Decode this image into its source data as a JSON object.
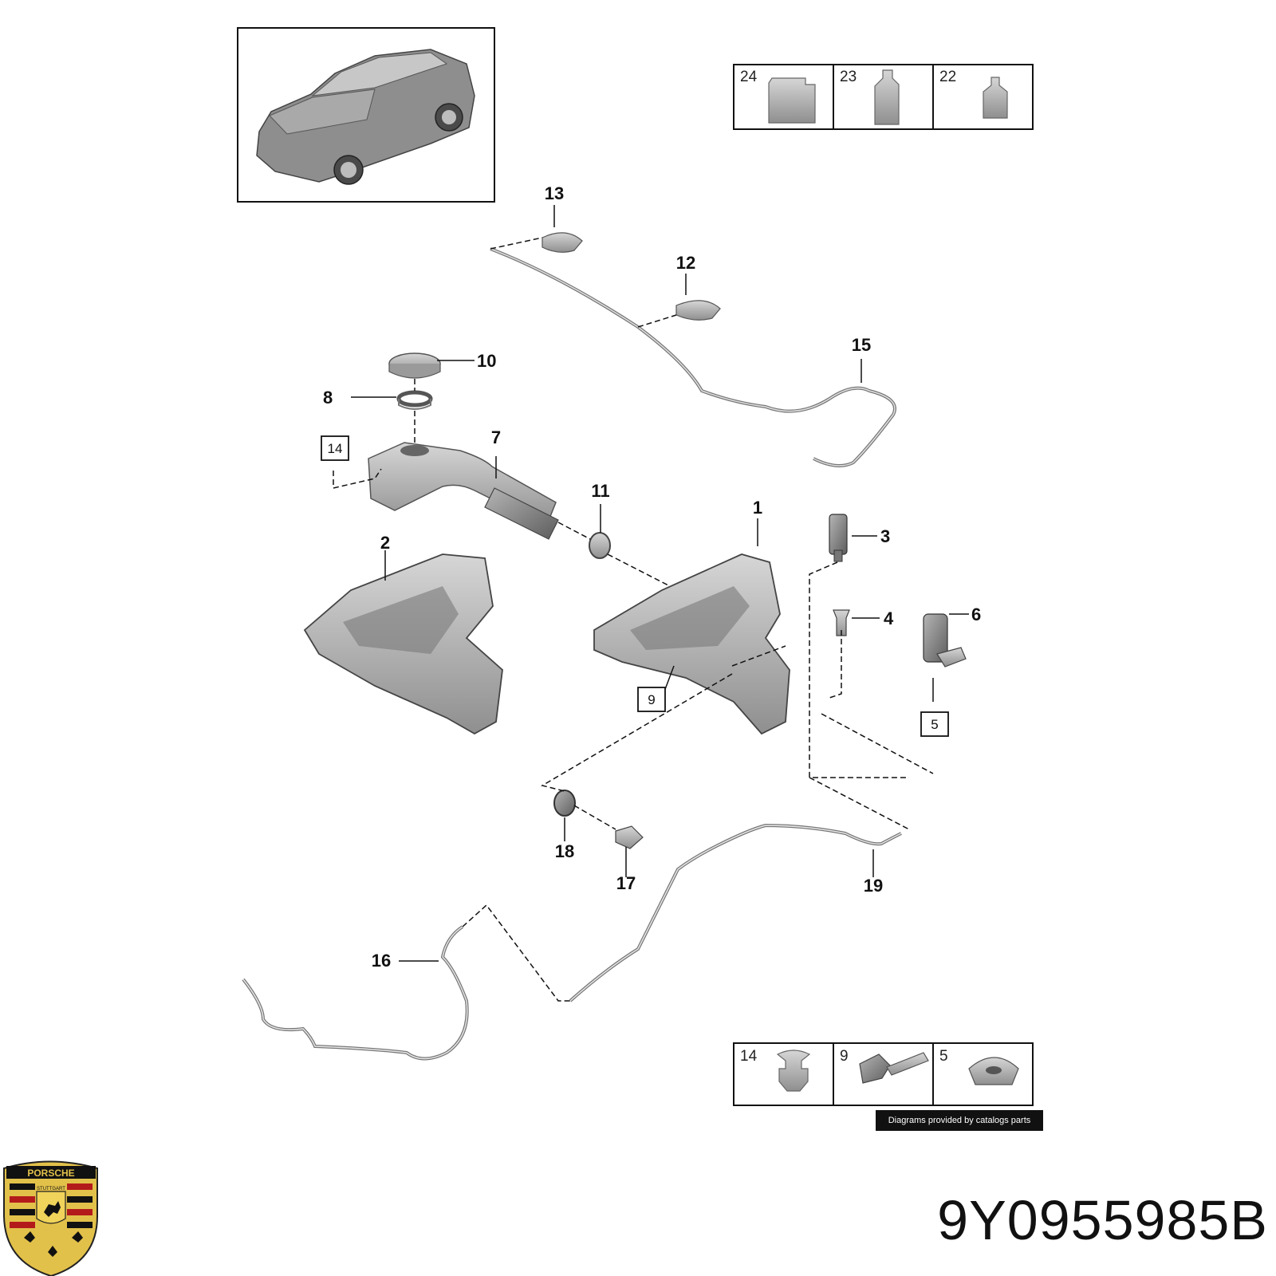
{
  "diagram": {
    "part_number": "9Y0955985B",
    "credit_text": "Diagrams provided by catalogs parts",
    "brand_crest_text": "PORSCHE",
    "crest_city_text": "STUTTGART",
    "callouts": [
      "1",
      "2",
      "3",
      "4",
      "6",
      "7",
      "8",
      "10",
      "11",
      "12",
      "13",
      "15",
      "16",
      "17",
      "18",
      "19"
    ],
    "boxed_callouts": [
      "14",
      "9",
      "5"
    ],
    "top_table": [
      "24",
      "23",
      "22"
    ],
    "bottom_table": [
      "14",
      "9",
      "5"
    ]
  }
}
